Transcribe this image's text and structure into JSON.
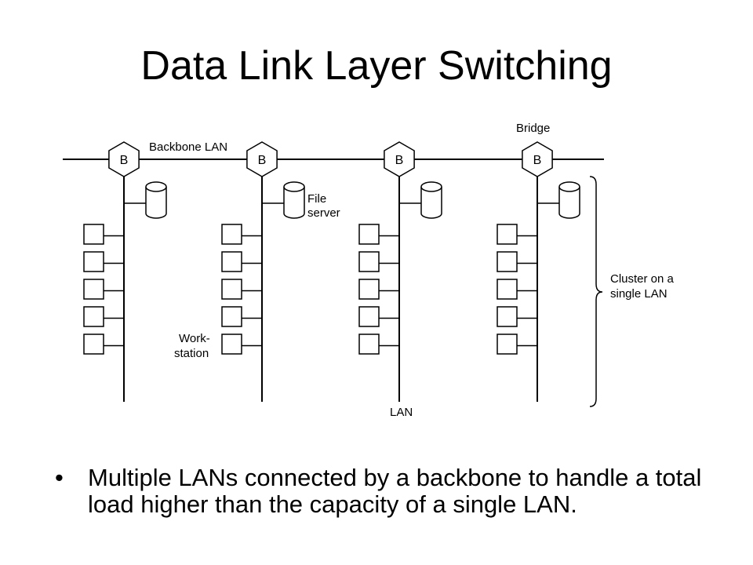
{
  "slide": {
    "title": "Data Link Layer Switching",
    "bullet_char": "•",
    "bullet_text": "Multiple LANs connected by a backbone to handle a total load higher than the capacity of a single LAN."
  },
  "diagram": {
    "backbone_label": "Backbone LAN",
    "bridge_label": "Bridge",
    "bridge_letter": "B",
    "file_server_label": [
      "File",
      "server"
    ],
    "workstation_label": [
      "Work-",
      "station"
    ],
    "cluster_label": [
      "Cluster on a",
      "single LAN"
    ],
    "lan_label": "LAN",
    "segments": [
      {
        "bridge": "B",
        "workstations": 5,
        "file_server": true
      },
      {
        "bridge": "B",
        "workstations": 5,
        "file_server": true
      },
      {
        "bridge": "B",
        "workstations": 5,
        "file_server": true
      },
      {
        "bridge": "B",
        "workstations": 5,
        "file_server": true
      }
    ]
  }
}
